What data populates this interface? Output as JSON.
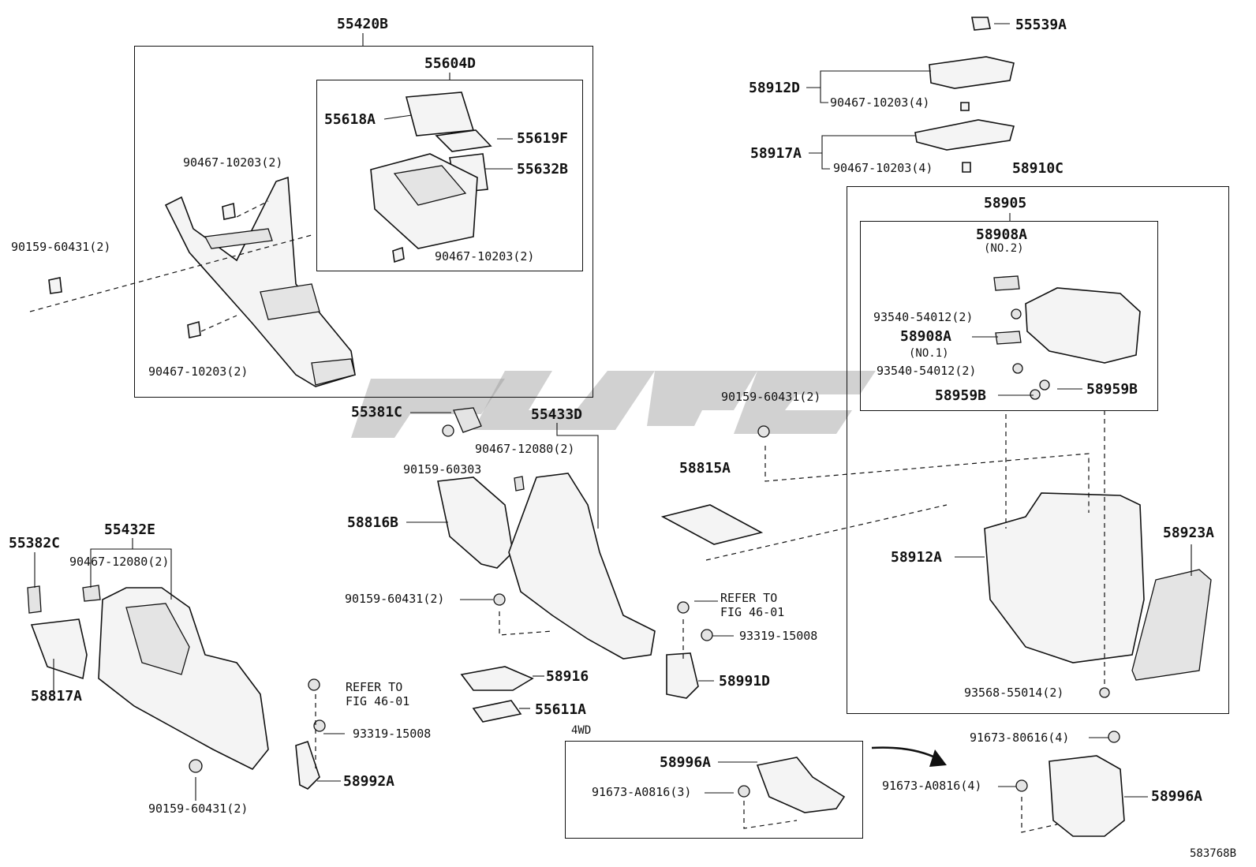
{
  "labels": {
    "p55420B": "55420B",
    "p55604D": "55604D",
    "p55618A": "55618A",
    "p55619F": "55619F",
    "p55632B": "55632B",
    "b90467_10203_2_top": "90467-10203(2)",
    "b90467_10203_2_inner": "90467-10203(2)",
    "b90467_10203_2_bottom": "90467-10203(2)",
    "b90159_60431_2_left": "90159-60431(2)",
    "p55539A": "55539A",
    "p58912D": "58912D",
    "b90467_10203_4_a": "90467-10203(4)",
    "p58917A": "58917A",
    "b90467_10203_4_b": "90467-10203(4)",
    "p58910C": "58910C",
    "p58905": "58905",
    "p58908A_no2": "58908A",
    "no2": "(NO.2)",
    "b93540_54012_2_a": "93540-54012(2)",
    "p58908A_no1": "58908A",
    "no1": "(NO.1)",
    "b93540_54012_2_b": "93540-54012(2)",
    "p58959B_left": "58959B",
    "p58959B_right": "58959B",
    "b90159_60431_2_mid": "90159-60431(2)",
    "p55381C": "55381C",
    "p55433D": "55433D",
    "b90159_60303": "90159-60303",
    "b90467_12080_2_mid": "90467-12080(2)",
    "p58815A": "58815A",
    "p58816B": "58816B",
    "p58912A": "58912A",
    "p58923A": "58923A",
    "p55382C": "55382C",
    "p55432E": "55432E",
    "b90467_12080_2_left": "90467-12080(2)",
    "b90159_60431_2_center": "90159-60431(2)",
    "refer1a": "REFER TO",
    "refer1b": "FIG 46-01",
    "b93319_15008_a": "93319-15008",
    "p58991D": "58991D",
    "b93568_55014_2": "93568-55014(2)",
    "p58817A": "58817A",
    "p58916": "58916",
    "refer2a": "REFER TO",
    "refer2b": "FIG 46-01",
    "p55611A": "55611A",
    "b93319_15008_b": "93319-15008",
    "p58992A": "58992A",
    "b90159_60431_2_bottom": "90159-60431(2)",
    "fourwd": "4WD",
    "p58996A_inner": "58996A",
    "b91673_A0816_3": "91673-A0816(3)",
    "b91673_80616_4": "91673-80616(4)",
    "b91673_A0816_4": "91673-A0816(4)",
    "p58996A_outer": "58996A",
    "ref_code": "583768B"
  },
  "watermark": {
    "color": "#9a9a9a"
  }
}
